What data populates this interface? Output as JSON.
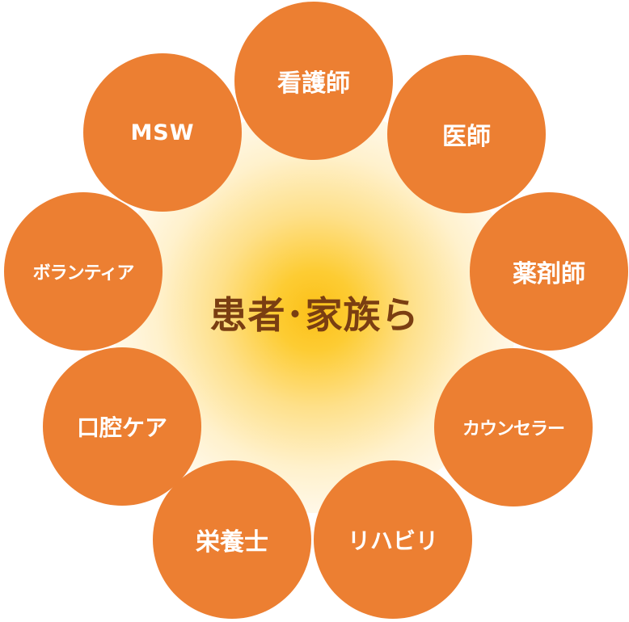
{
  "center": {
    "label": "患者･家族ら"
  },
  "nodes": {
    "nurse": "看護師",
    "doctor": "医師",
    "pharmacist": "薬剤師",
    "counselor": "カウンセラー",
    "rehab": "リハビリ",
    "dietitian": "栄養士",
    "oral_care": "口腔ケア",
    "volunteer": "ボランティア",
    "msw": "MSW"
  },
  "colors": {
    "node_fill": "#ec7f32",
    "node_text": "#ffffff",
    "center_text": "#7a3e12",
    "glow_core": "#fcc018"
  }
}
